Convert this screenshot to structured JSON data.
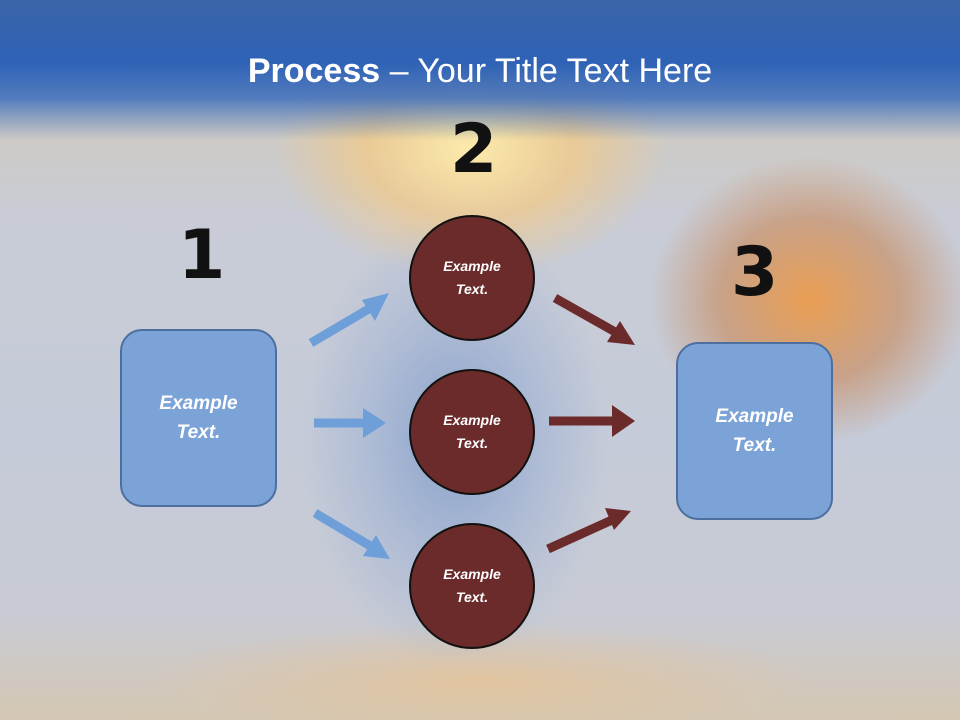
{
  "title": {
    "bold": "Process",
    "rest": " – Your Title Text Here"
  },
  "steps": {
    "num1": "1",
    "num2": "2",
    "num3": "3"
  },
  "left_box": {
    "line1": "Example",
    "line2": "Text."
  },
  "right_box": {
    "line1": "Example",
    "line2": "Text."
  },
  "circles": [
    {
      "line1": "Example",
      "line2": "Text."
    },
    {
      "line1": "Example",
      "line2": "Text."
    },
    {
      "line1": "Example",
      "line2": "Text."
    }
  ],
  "colors": {
    "title_bar": "#2f62b6",
    "box_fill": "#7ca3d8",
    "circle_fill": "#6b2b2b",
    "arrow_blue": "#6f9fd8",
    "arrow_red": "#6b2b2b"
  }
}
